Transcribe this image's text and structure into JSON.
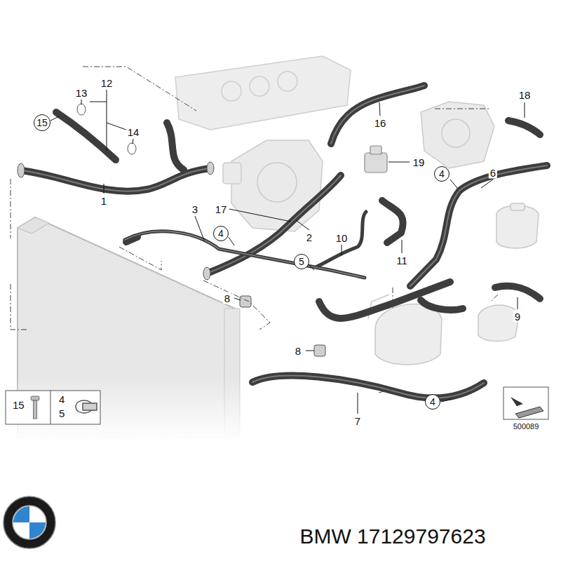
{
  "diagram": {
    "nodes": [
      {
        "text": [
          "15"
        ]
      },
      {
        "text": [
          "4"
        ]
      },
      {
        "text": [
          "4"
        ]
      },
      {
        "text": [
          "5"
        ]
      },
      {
        "text": [
          "4"
        ]
      },
      {
        "text": [
          "15",
          "4",
          "5"
        ]
      }
    ],
    "labels": [
      "12",
      "13",
      "14",
      "18",
      "16",
      "19",
      "6",
      "1",
      "3",
      "17",
      "2",
      "10",
      "11",
      "9",
      "8",
      "8",
      "7",
      "500089",
      "BMW 17129797623"
    ]
  }
}
